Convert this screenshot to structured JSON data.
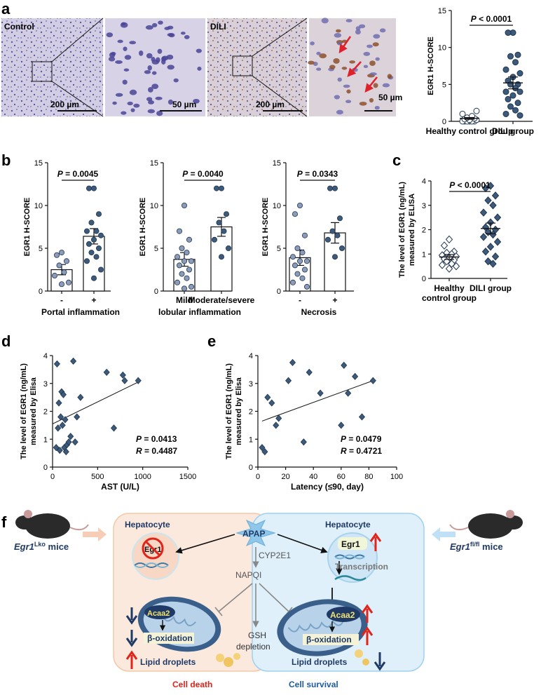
{
  "panel_labels": {
    "a": "a",
    "b": "b",
    "c": "c",
    "d": "d",
    "e": "e",
    "f": "f"
  },
  "micrographs": {
    "control_label": "Control",
    "dili_label": "DILI",
    "scalebar_low": "200 µm",
    "scalebar_high": "50 µm",
    "colors": {
      "hematoxylin": "#5a58a8",
      "background": "#cfc9e2",
      "dab": "#9a5b2c",
      "arrow": "#e0202a"
    }
  },
  "chart_data": [
    {
      "id": "a-right",
      "type": "scatter",
      "ylabel": "EGR1 H-SCORE",
      "categories": [
        "Healthy control group",
        "DILI group"
      ],
      "ylim": [
        0,
        15
      ],
      "yticks": [
        "0",
        "5",
        "10",
        "15"
      ],
      "annotation": "P < 0.0001",
      "series": [
        {
          "marker": "open-circle",
          "values": [
            0,
            0,
            0,
            0,
            0,
            0,
            0.2,
            0.2,
            0.3,
            0.4,
            0.5,
            0.7,
            1.0,
            1.4
          ]
        },
        {
          "marker": "filled-circle",
          "values": [
            12,
            12,
            9,
            8.8,
            8,
            7,
            6.5,
            6,
            5.5,
            5,
            5,
            4.5,
            4,
            4,
            3.5,
            3,
            2.5,
            2,
            1.5,
            1,
            0.8
          ]
        }
      ],
      "means": [
        0.4,
        5.2
      ],
      "sems": [
        0.12,
        0.8
      ]
    },
    {
      "id": "b1",
      "type": "bar",
      "ylabel": "EGR1 H-SCORE",
      "xlabel": "Portal inflammation",
      "categories": [
        "-",
        "+"
      ],
      "ylim": [
        0,
        15
      ],
      "yticks": [
        "0",
        "5",
        "10",
        "15"
      ],
      "annotation": "P = 0.0045",
      "values": [
        2.5,
        6.4
      ],
      "sems": [
        0.6,
        0.9
      ],
      "points": [
        [
          4.5,
          4.2,
          3.5,
          3.0,
          2.2,
          1.8,
          1.0,
          0.8
        ],
        [
          12,
          12,
          9,
          8,
          7,
          7,
          6.5,
          6,
          5.5,
          5,
          4.5,
          4,
          3.5,
          2.5,
          1.5
        ]
      ]
    },
    {
      "id": "b2",
      "type": "bar",
      "ylabel": "EGR1 H-SCORE",
      "xlabel": "lobular inflammation",
      "categories": [
        "Mild",
        "Moderate/severe"
      ],
      "ylim": [
        0,
        15
      ],
      "yticks": [
        "0",
        "5",
        "10",
        "15"
      ],
      "annotation": "P = 0.0040",
      "values": [
        3.7,
        7.5
      ],
      "sems": [
        0.8,
        1.1
      ],
      "points": [
        [
          10,
          7,
          6,
          5,
          4.5,
          4,
          3.5,
          3.5,
          3,
          2.5,
          2,
          1.5,
          1,
          0.5,
          0.3
        ],
        [
          12,
          12,
          9,
          8,
          7,
          6,
          5,
          4
        ]
      ]
    },
    {
      "id": "b3",
      "type": "bar",
      "ylabel": "EGR1 H-SCORE",
      "xlabel": "Necrosis",
      "categories": [
        "-",
        "+"
      ],
      "ylim": [
        0,
        15
      ],
      "yticks": [
        "0",
        "5",
        "10",
        "15"
      ],
      "annotation": "P = 0.0343",
      "values": [
        3.9,
        6.8
      ],
      "sems": [
        0.9,
        1.2
      ],
      "points": [
        [
          10,
          9,
          6.5,
          5,
          4.5,
          4,
          3.5,
          3.5,
          3,
          2.5,
          2,
          1.5,
          1,
          0.5
        ],
        [
          12,
          12,
          8.5,
          7,
          6.5,
          6,
          5,
          4
        ]
      ]
    },
    {
      "id": "c",
      "type": "scatter",
      "ylabel": "The level of EGR1 (ng/mL)",
      "ylabel2": "measured by ELISA",
      "categories": [
        "Healthy",
        "DILI group"
      ],
      "category_line2": [
        "control group",
        ""
      ],
      "ylim": [
        0,
        4
      ],
      "yticks": [
        "0",
        "1",
        "2",
        "3",
        "4"
      ],
      "annotation": "P < 0.0001",
      "series": [
        {
          "marker": "open-diamond",
          "values": [
            1.6,
            1.35,
            1.1,
            1.05,
            1.0,
            0.95,
            0.9,
            0.85,
            0.8,
            0.75,
            0.7,
            0.6,
            0.55,
            0.5,
            0.4
          ]
        },
        {
          "marker": "filled-diamond",
          "values": [
            3.8,
            3.7,
            3.4,
            3.2,
            3.0,
            2.7,
            2.5,
            2.3,
            2.1,
            2.0,
            1.9,
            1.8,
            1.7,
            1.5,
            1.3,
            1.1,
            0.9,
            0.7,
            0.6
          ]
        }
      ],
      "means": [
        0.88,
        2.05
      ],
      "sems": [
        0.1,
        0.22
      ]
    },
    {
      "id": "d",
      "type": "scatter",
      "ylabel": "The level of EGR1 (ng/mL)",
      "ylabel2": "measured by Elisa",
      "xlabel": "AST (U/L)",
      "xlim": [
        0,
        1500
      ],
      "ylim": [
        0,
        4
      ],
      "xticks": [
        "0",
        "500",
        "1000",
        "1500"
      ],
      "yticks": [
        "0",
        "1",
        "2",
        "3",
        "4"
      ],
      "stat_p": "= 0.0413",
      "stat_r": "= 0.4487",
      "stat_p_label": "P",
      "stat_r_label": "R",
      "x": [
        50,
        70,
        100,
        120,
        140,
        230,
        270,
        310,
        600,
        780,
        800,
        950,
        60,
        90,
        110,
        130,
        160,
        200,
        250,
        680,
        80,
        40,
        150,
        180
      ],
      "y": [
        3.7,
        2.3,
        2.7,
        2.6,
        1.7,
        3.8,
        1.8,
        2.5,
        3.4,
        3.3,
        3.1,
        3.1,
        1.4,
        1.8,
        1.5,
        0.7,
        0.8,
        1.1,
        0.9,
        1.4,
        0.6,
        0.7,
        0.55,
        0.9
      ],
      "trend": [
        [
          0,
          1.55
        ],
        [
          950,
          3.05
        ]
      ]
    },
    {
      "id": "e",
      "type": "scatter",
      "ylabel": "The level of EGR1 (ng/mL)",
      "ylabel2": "measured by Elisa",
      "xlabel": "Latency (≤90, day)",
      "xlim": [
        0,
        100
      ],
      "ylim": [
        0,
        4
      ],
      "xticks": [
        "0",
        "20",
        "40",
        "60",
        "80",
        "100"
      ],
      "yticks": [
        "0",
        "1",
        "2",
        "3",
        "4"
      ],
      "stat_p": "= 0.0479",
      "stat_r": "= 0.4721",
      "stat_p_label": "P",
      "stat_r_label": "R",
      "x": [
        3,
        5,
        7,
        10,
        13,
        15,
        22,
        25,
        33,
        37,
        45,
        60,
        62,
        65,
        70,
        75,
        83
      ],
      "y": [
        0.7,
        0.55,
        2.5,
        2.3,
        1.5,
        1.75,
        3.1,
        3.75,
        0.9,
        3.4,
        2.65,
        1.5,
        3.65,
        2.65,
        3.25,
        1.8,
        3.1
      ],
      "trend": [
        [
          3,
          1.65
        ],
        [
          83,
          3.1
        ]
      ]
    }
  ],
  "schematic": {
    "left_mouse_prefix": "Egr1",
    "left_mouse_sup": "Lko",
    "left_mouse_suffix": " mice",
    "right_mouse_prefix": "Egr1",
    "right_mouse_sup": "fl/fl",
    "right_mouse_suffix": " mice",
    "hepatocyte_label": "Hepatocyte",
    "egr1_label": "Egr1",
    "apap_label": "APAP",
    "cyp2e1_label": "CYP2E1",
    "napqi_label": "NAPQI",
    "transcription_label": "Transcription",
    "acaa2_label": "Acaa2",
    "beta_ox_label": "β-oxidation",
    "gsh_label": "GSH",
    "depletion_label": "depletion",
    "lipid_label": "Lipid droplets",
    "cell_death_label": "Cell  death",
    "cell_survival_label": "Cell   survival",
    "colors": {
      "left_panel": "#fbe9de",
      "right_panel": "#dff0fb",
      "up_arrow": "#e2231a",
      "down_arrow": "#1f3a66",
      "cell_death": "#e2231a",
      "cell_survival": "#1f5aa0",
      "mito": "#3a5f8a",
      "apap": "#8fc7ea"
    }
  }
}
